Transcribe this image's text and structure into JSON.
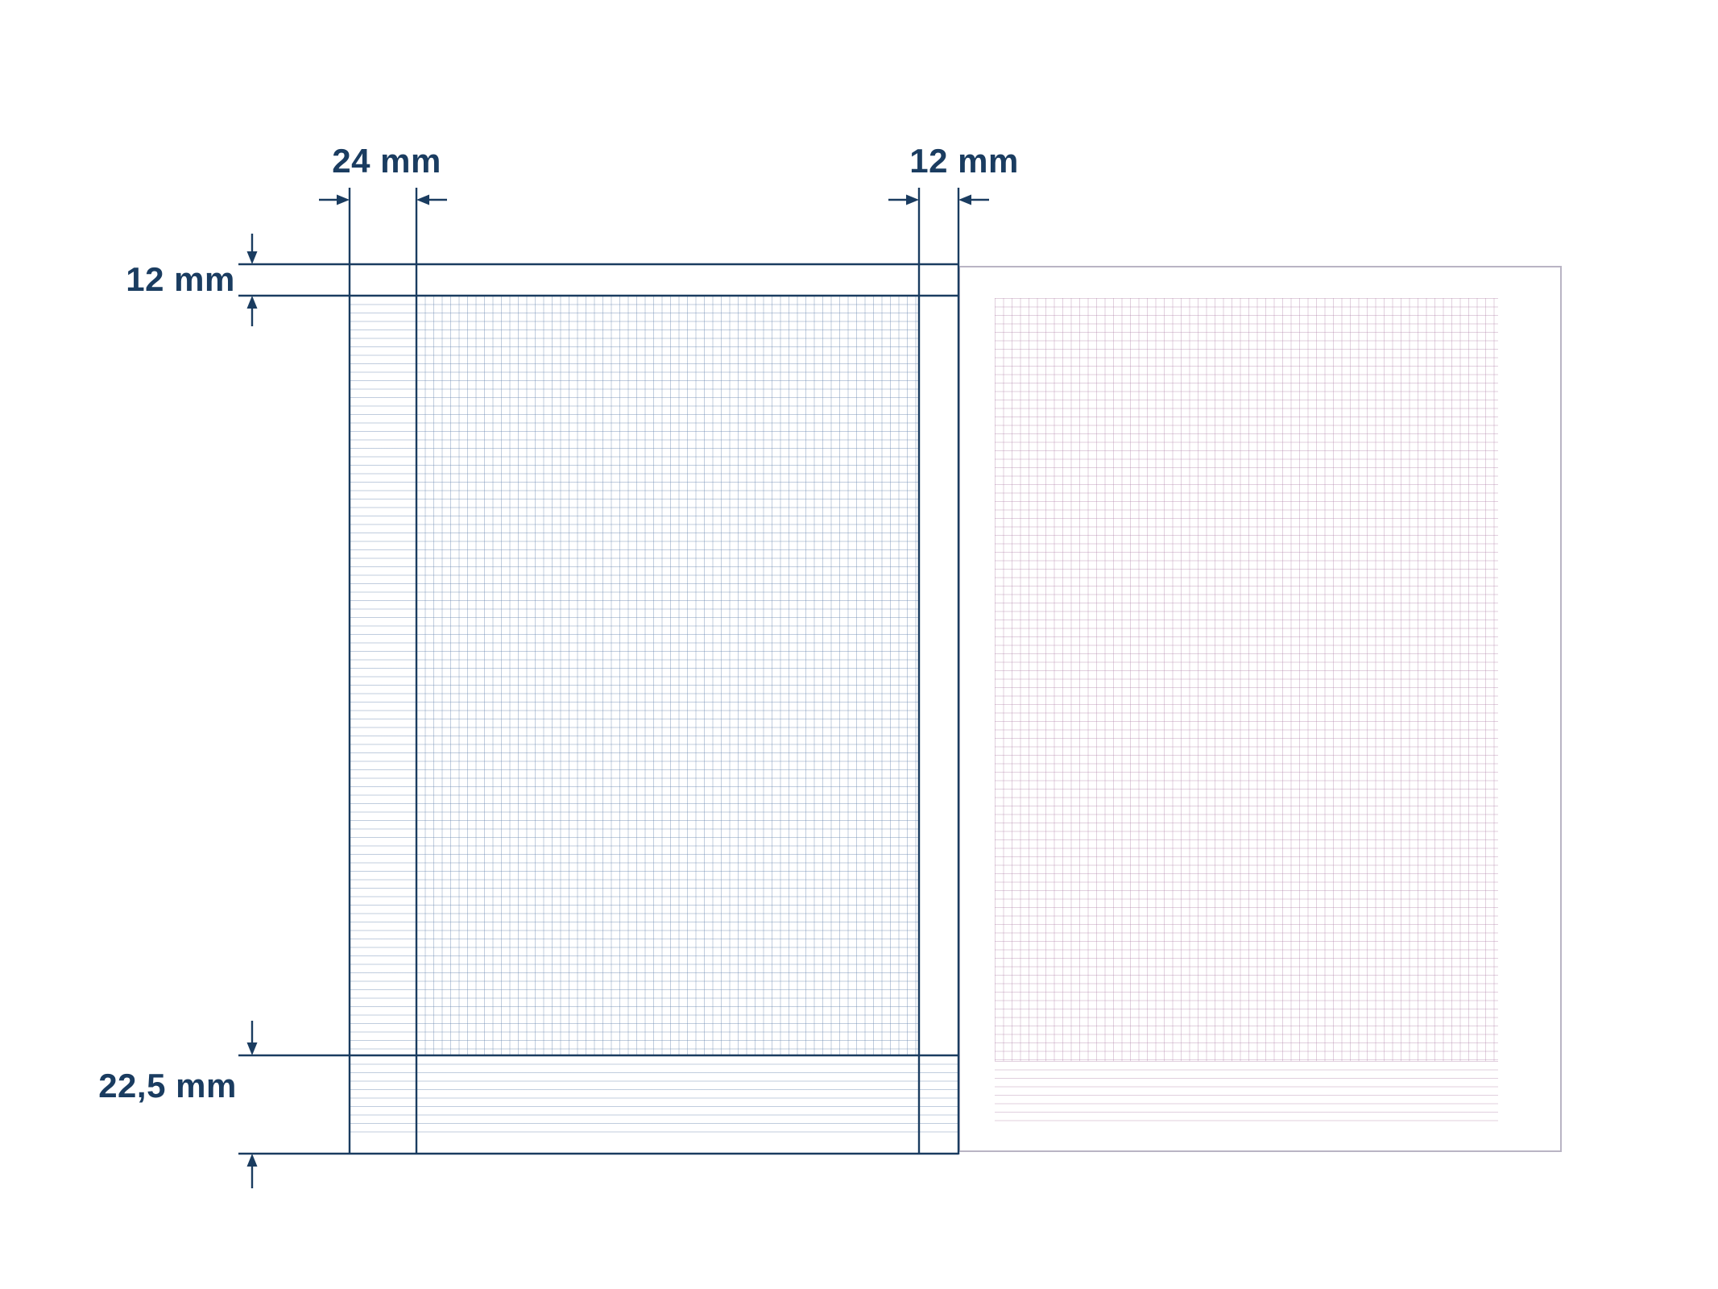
{
  "diagram": {
    "labels": {
      "left_margin_width": "24 mm",
      "right_margin_width": "12 mm",
      "top_margin_height": "12 mm",
      "bottom_margin_height": "22,5 mm"
    },
    "colors": {
      "dimension": "#1a3c60",
      "left_page_grid": "#9db1cc",
      "right_page_grid": "#cfb3c9",
      "right_page_border": "#b9b4c4",
      "background": "#ffffff"
    }
  }
}
